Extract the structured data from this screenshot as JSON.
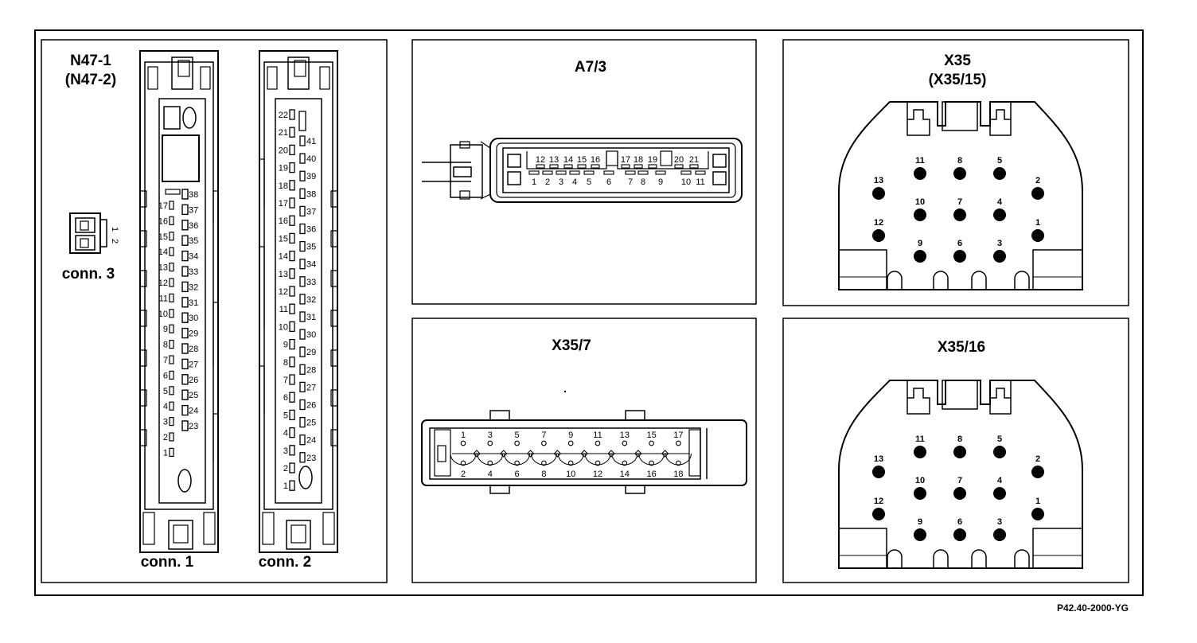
{
  "diagram": {
    "figure_ref": "P42.40-2000-YG",
    "panels": {
      "n47": {
        "title": "N47-1",
        "subtitle": "(N47-2)",
        "conn1_label": "conn. 1",
        "conn2_label": "conn. 2",
        "conn3_label": "conn. 3",
        "conn3_pins": [
          "1",
          "2"
        ],
        "conn1_pins_left": [
          "17",
          "16",
          "15",
          "14",
          "13",
          "12",
          "11",
          "10",
          "9",
          "8",
          "7",
          "6",
          "5",
          "4",
          "3",
          "2",
          "1"
        ],
        "conn1_pins_right": [
          "38",
          "37",
          "36",
          "35",
          "34",
          "33",
          "32",
          "31",
          "30",
          "29",
          "28",
          "27",
          "26",
          "25",
          "24",
          "23"
        ],
        "conn2_pins_left": [
          "22",
          "21",
          "20",
          "19",
          "18",
          "17",
          "16",
          "15",
          "14",
          "13",
          "12",
          "11",
          "10",
          "9",
          "8",
          "7",
          "6",
          "5",
          "4",
          "3",
          "2",
          "1"
        ],
        "conn2_pins_right": [
          "41",
          "40",
          "39",
          "38",
          "37",
          "36",
          "35",
          "34",
          "33",
          "32",
          "31",
          "30",
          "29",
          "28",
          "27",
          "26",
          "25",
          "24",
          "23"
        ]
      },
      "a73": {
        "title": "A7/3",
        "top_pins": [
          "12",
          "13",
          "14",
          "15",
          "16",
          "17",
          "18",
          "19",
          "20",
          "21"
        ],
        "bottom_pins": [
          "1",
          "2",
          "3",
          "4",
          "5",
          "6",
          "7",
          "8",
          "9",
          "10",
          "11"
        ]
      },
      "x357": {
        "title": "X35/7",
        "top_pins": [
          "1",
          "3",
          "5",
          "7",
          "9",
          "11",
          "13",
          "15",
          "17"
        ],
        "bottom_pins": [
          "2",
          "4",
          "6",
          "8",
          "10",
          "12",
          "14",
          "16",
          "18"
        ]
      },
      "x35": {
        "title": "X35",
        "subtitle": "(X35/15)",
        "pins": [
          "11",
          "8",
          "5",
          "13",
          "2",
          "10",
          "7",
          "4",
          "12",
          "1",
          "9",
          "6",
          "3"
        ]
      },
      "x3516": {
        "title": "X35/16",
        "pins": [
          "11",
          "8",
          "5",
          "13",
          "2",
          "10",
          "7",
          "4",
          "12",
          "1",
          "9",
          "6",
          "3"
        ]
      }
    }
  }
}
